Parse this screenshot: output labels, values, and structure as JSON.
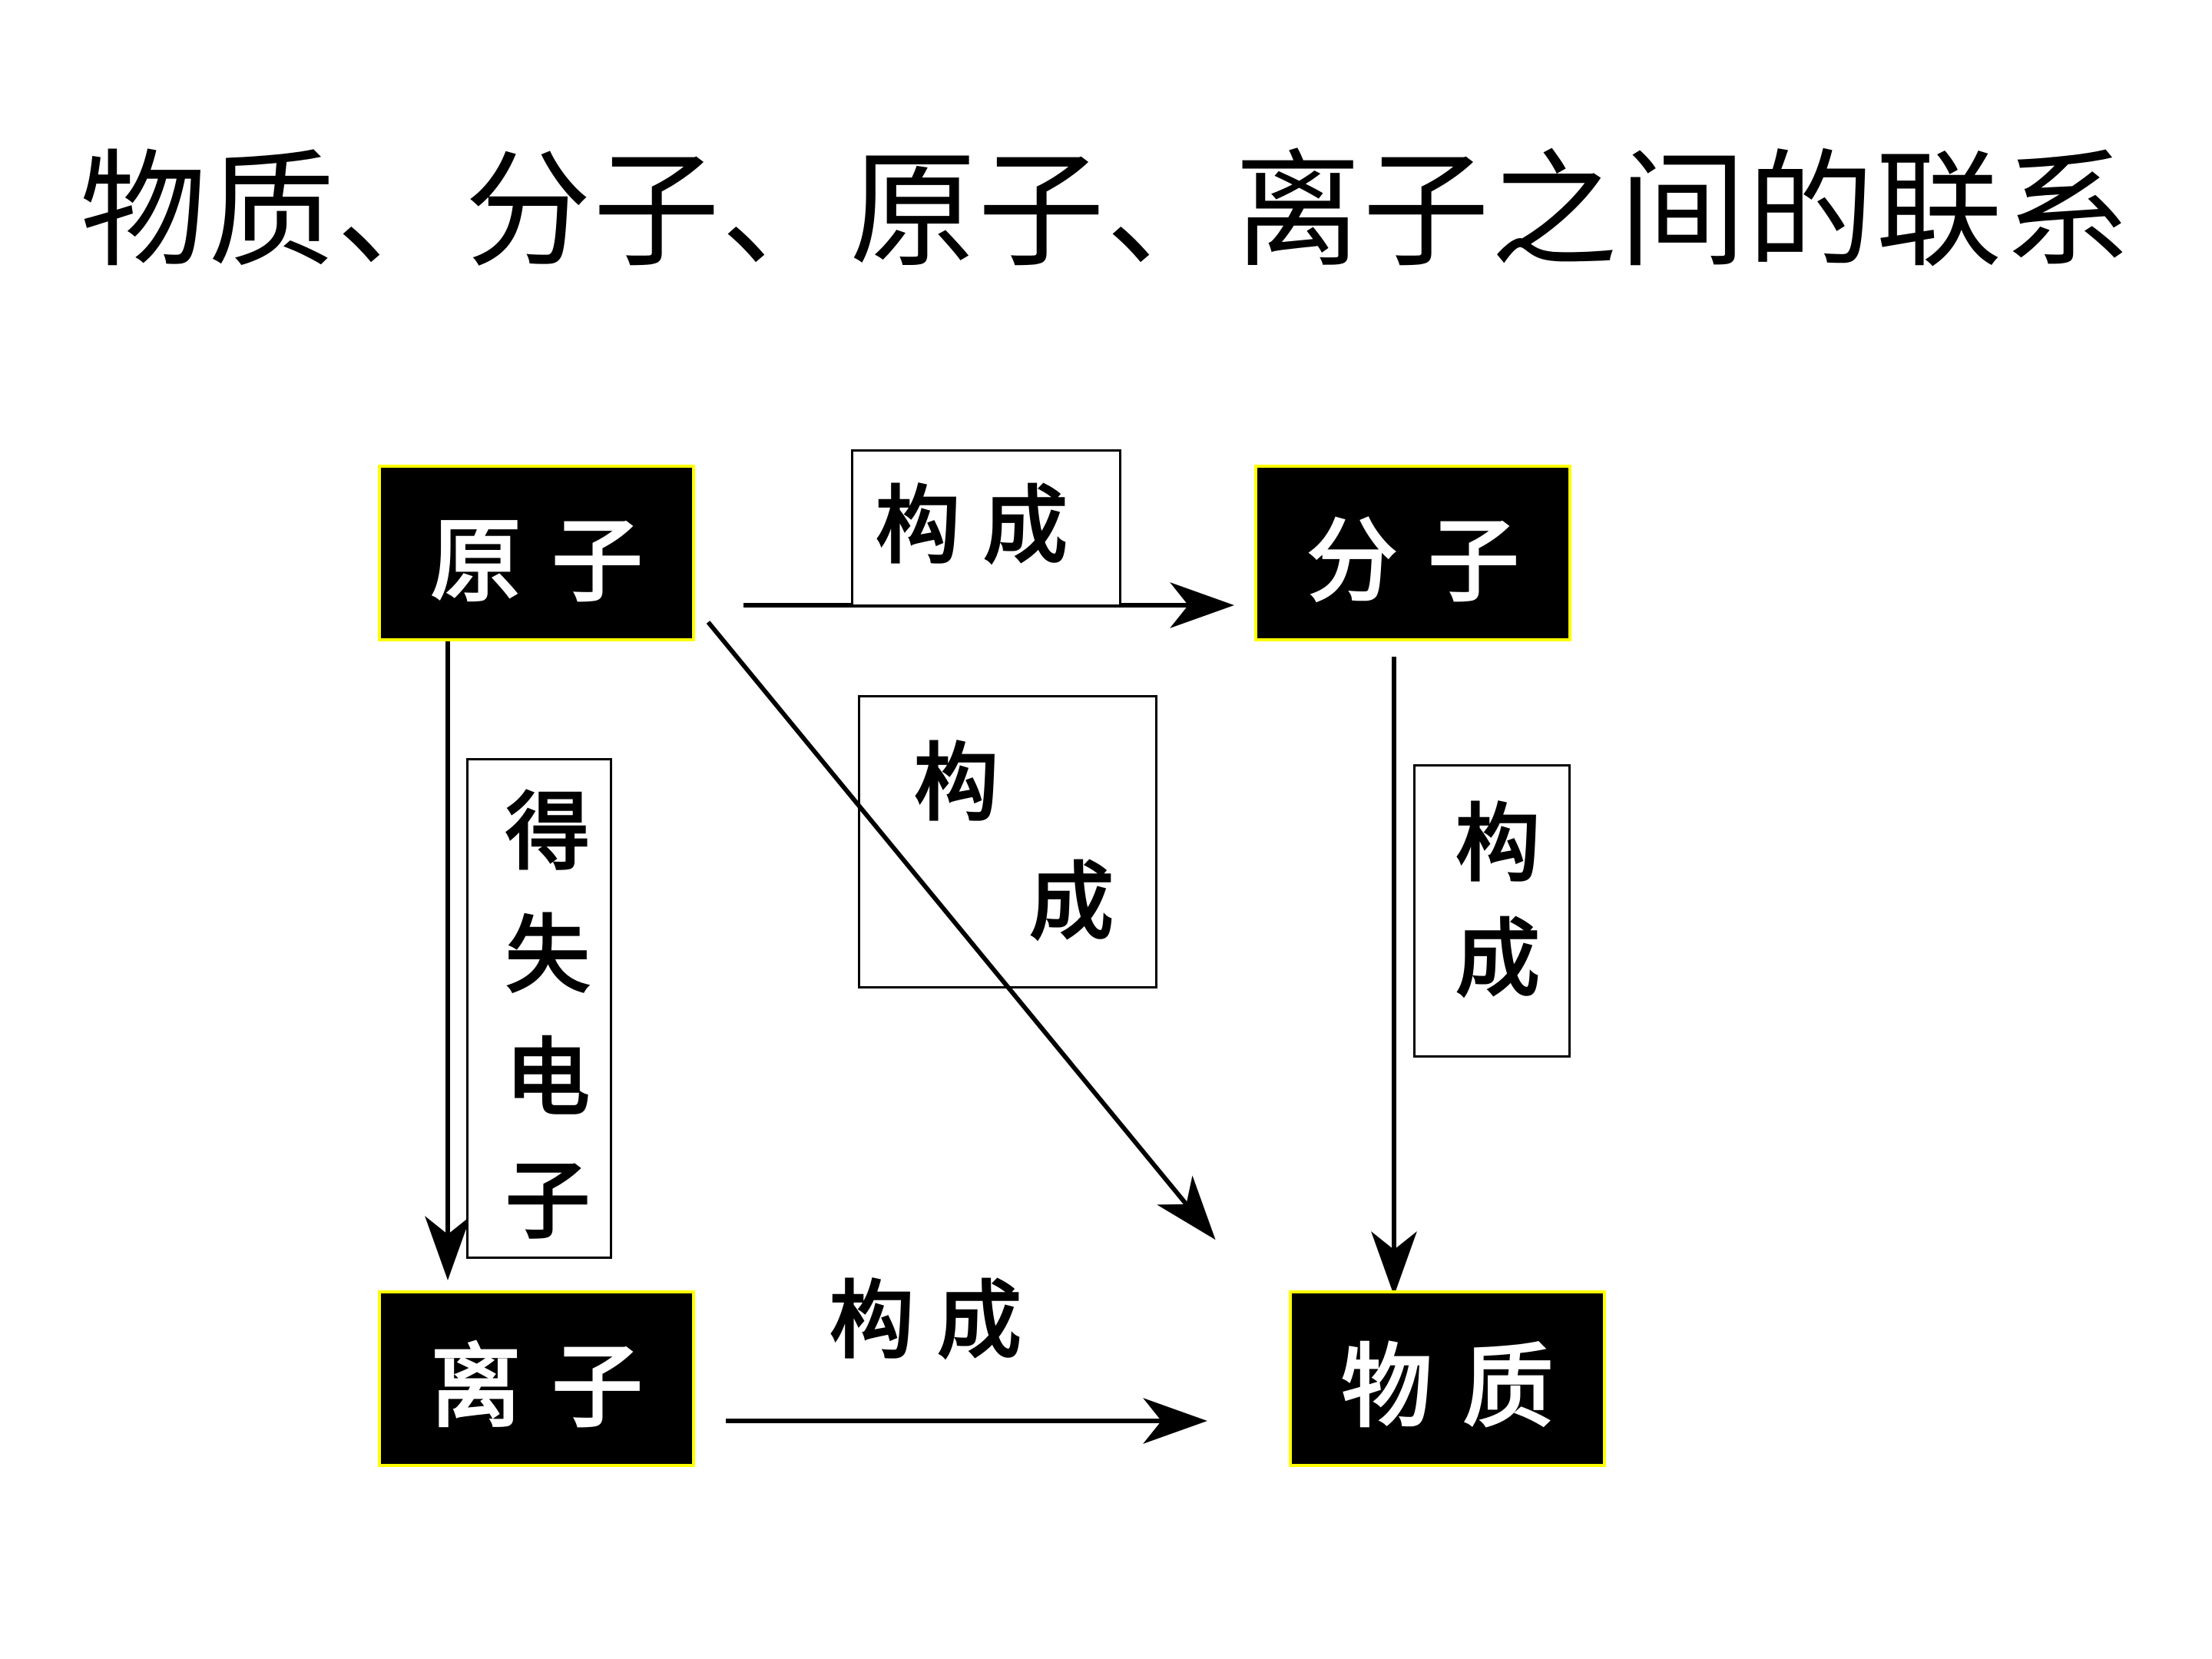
{
  "title": "物质、分子、原子、离子之间的联系",
  "nodes": {
    "atom": "原子",
    "molecule": "分子",
    "ion": "离子",
    "matter": "物质"
  },
  "edges": {
    "atom_to_molecule": "构成",
    "atom_to_matter_top": "构",
    "atom_to_matter_bottom": "成",
    "molecule_to_matter": "构成",
    "atom_to_ion": "得失电子",
    "ion_to_matter": "构成"
  },
  "colors": {
    "node_fill": "#000000",
    "node_border": "#ffff00",
    "node_text": "#ffffff",
    "line": "#000000"
  }
}
